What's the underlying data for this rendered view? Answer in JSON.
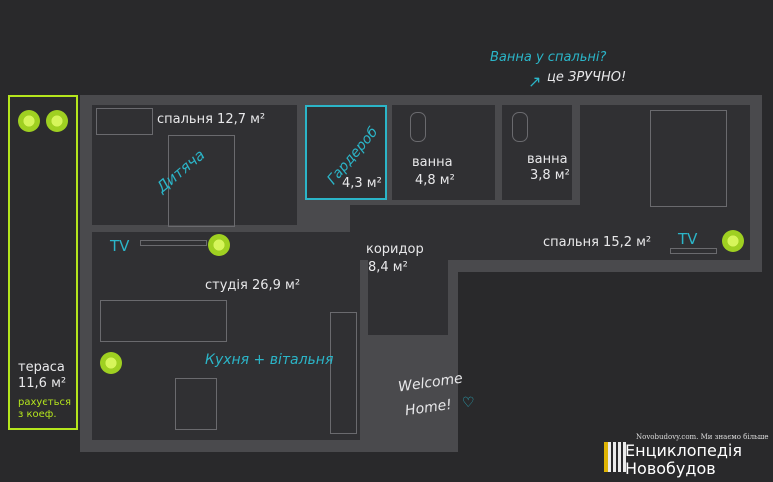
{
  "rooms": {
    "bedroom_small": {
      "name": "спальня",
      "area": "12,7 м²",
      "tag": "Дитяча"
    },
    "wardrobe": {
      "name": "Гардероб",
      "area": "4,3 м²"
    },
    "bath1": {
      "name": "ванна",
      "area": "4,8 м²"
    },
    "bath2": {
      "name": "ванна",
      "area": "3,8 м²"
    },
    "bedroom_large": {
      "name": "спальня",
      "area": "15,2 м²",
      "tv": "TV"
    },
    "corridor": {
      "name": "коридор",
      "area": "8,4 м²"
    },
    "studio": {
      "name": "студія",
      "area": "26,9 м²",
      "tag": "Кухня + вітальня",
      "tv": "TV"
    },
    "terrace": {
      "name": "тераса",
      "area": "11,6 м²",
      "note1": "рахується",
      "note2": "з коеф."
    }
  },
  "annotations": {
    "bath_question": "Ванна у спальні?",
    "bath_answer": "це ЗРУЧНО!",
    "welcome1": "Welcome",
    "welcome2": "Home!"
  },
  "logo": {
    "tagline": "Novobudovy.com. Ми знаємо більше",
    "line1": "Енциклопедія",
    "line2": "Новобудов"
  },
  "colors": {
    "accent_green": "#b5e61d",
    "accent_cyan": "#2bb5c8"
  }
}
